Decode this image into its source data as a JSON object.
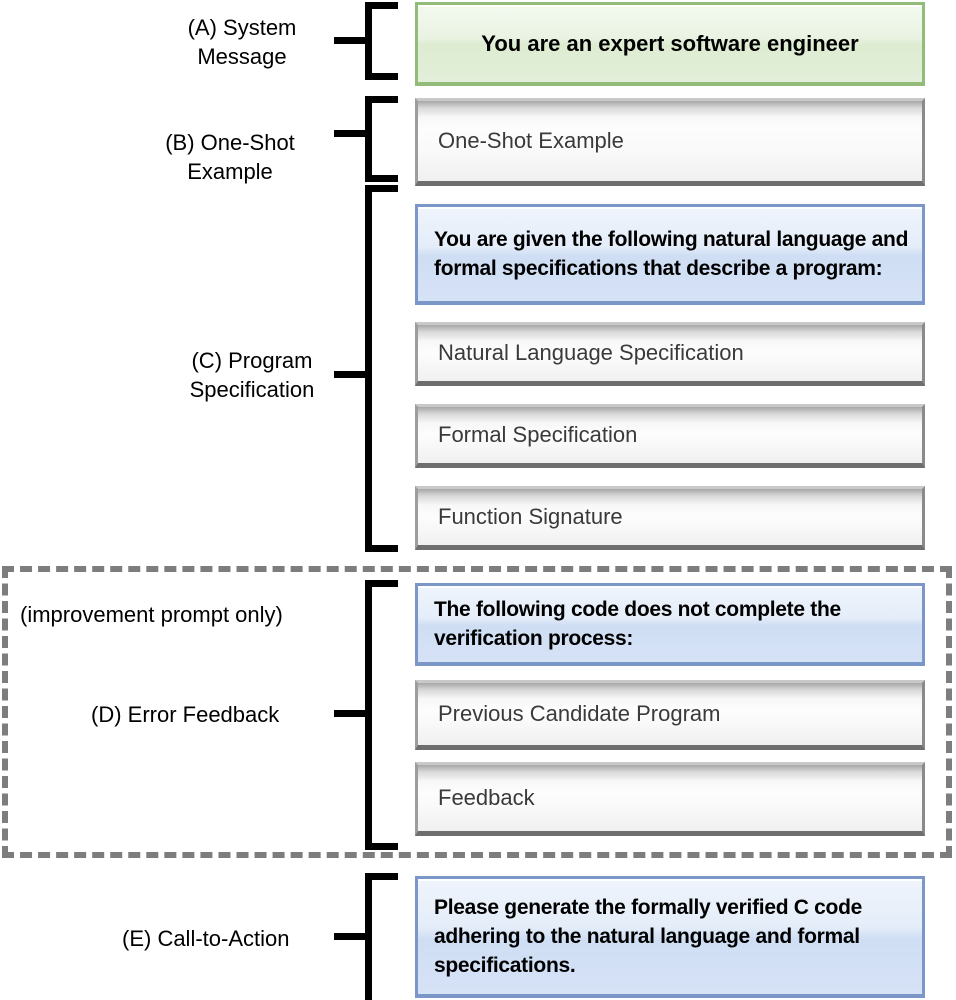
{
  "colors": {
    "green_box_border": "#93bb7a",
    "green_box_fill": "#e3efda",
    "blue_box_border": "#7b97c8",
    "blue_box_fill": "#d6e2f6",
    "gray_box_border": "#8f8f8f",
    "gray_box_fill": "#f5f5f5",
    "dashed_outline": "#7d7d7d",
    "bracket": "#000000"
  },
  "sections": [
    {
      "id": "A",
      "label": "(A) System Message",
      "boxes": [
        {
          "text": "You are an expert software engineer",
          "variant": "green"
        }
      ]
    },
    {
      "id": "B",
      "label": "(B) One-Shot Example",
      "boxes": [
        {
          "text": "One-Shot Example",
          "variant": "gray"
        }
      ]
    },
    {
      "id": "C",
      "label": "(C) Program Specification",
      "boxes": [
        {
          "text": "You are given the following natural language and formal specifications that describe a program:",
          "variant": "blue"
        },
        {
          "text": "Natural Language Specification",
          "variant": "gray"
        },
        {
          "text": "Formal Specification",
          "variant": "gray"
        },
        {
          "text": "Function Signature",
          "variant": "gray"
        }
      ]
    },
    {
      "id": "D",
      "label": "(D) Error Feedback",
      "note": "(improvement prompt only)",
      "boxes": [
        {
          "text": "The following code does not complete the verification process:",
          "variant": "blue"
        },
        {
          "text": "Previous Candidate Program",
          "variant": "gray"
        },
        {
          "text": "Feedback",
          "variant": "gray"
        }
      ]
    },
    {
      "id": "E",
      "label": "(E) Call-to-Action",
      "boxes": [
        {
          "text": "Please generate the formally verified C code adhering to the natural language and formal specifications.",
          "variant": "blue"
        }
      ]
    }
  ]
}
